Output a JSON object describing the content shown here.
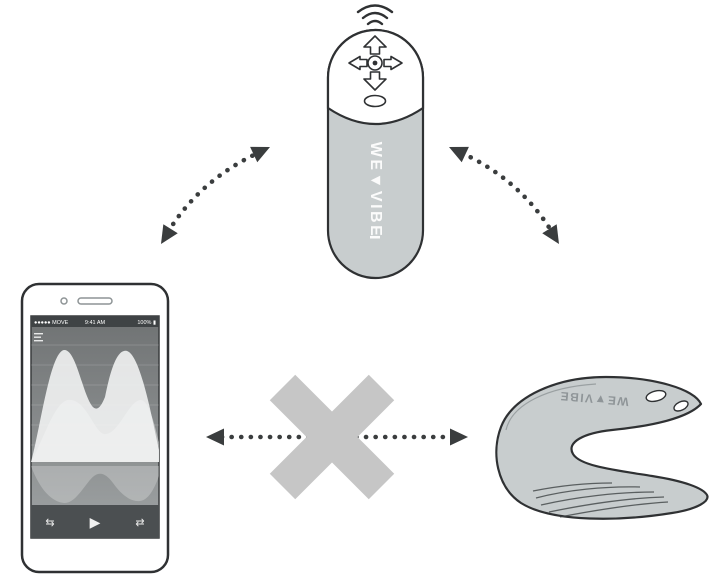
{
  "remote": {
    "brand": "WE▼VIBE"
  },
  "vibe": {
    "brand": "WE▼VIBE"
  },
  "phone": {
    "status_bar": {
      "left": "●●●●● MOVE",
      "time": "9:41 AM",
      "battery": "100% ▮"
    },
    "player": {
      "repeat_icon": "⇆",
      "play_icon": "▶",
      "shuffle_icon": "⇄"
    }
  },
  "icons": {
    "wireless": "wireless-signal-icon",
    "menu": "menu-icon",
    "blocked": "blocked-x-icon"
  },
  "colors": {
    "device_gray": "#c8cdce",
    "outline": "#2f3133",
    "arrow": "#3a3d3e",
    "x_gray": "#c6c6c6",
    "screen_dark": "#3f4345"
  }
}
